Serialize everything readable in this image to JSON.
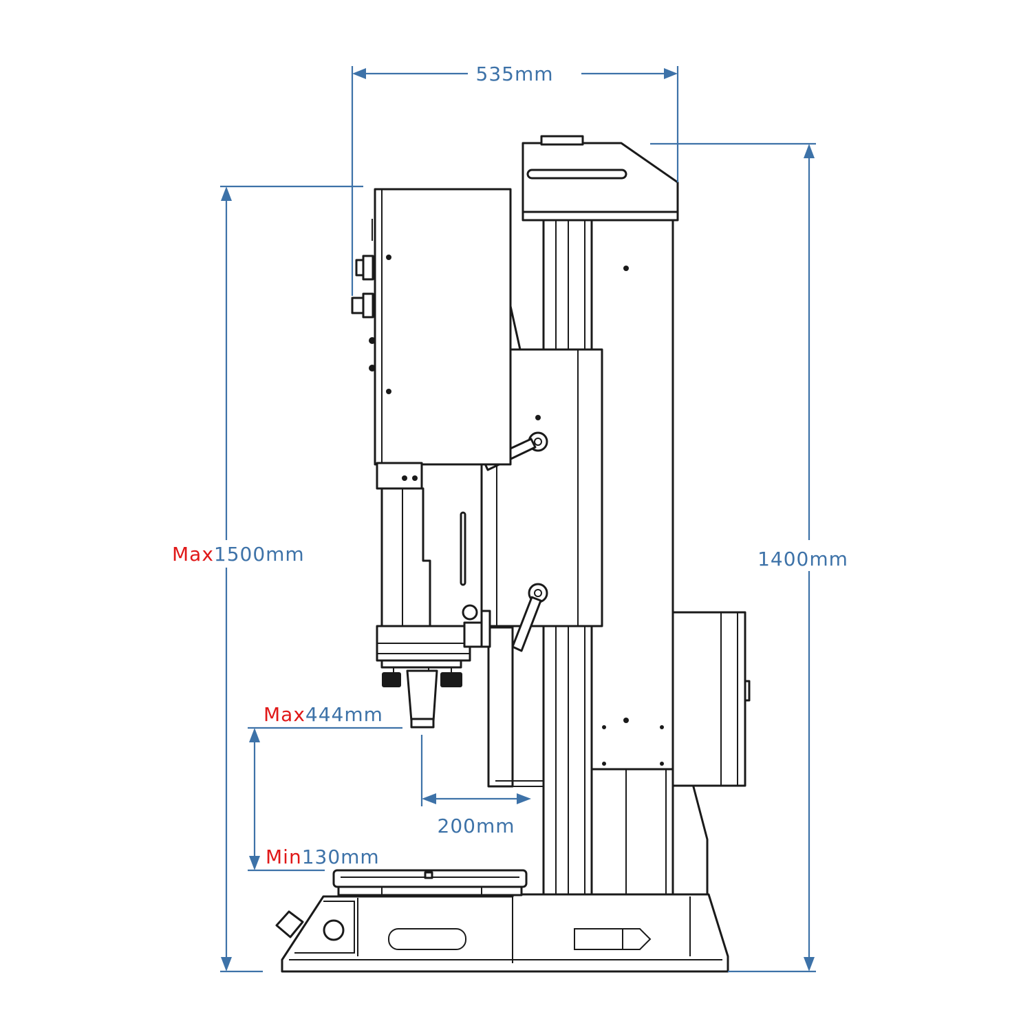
{
  "colors": {
    "dimension": "#3d72a8",
    "accent_red": "#e01818",
    "outline": "#1a1a1a"
  },
  "dimensions": {
    "top_width": "535mm",
    "total_height_prefix": "Max",
    "total_height_value": "1500mm",
    "column_height": "1400mm",
    "stroke_max_prefix": "Max",
    "stroke_max_value": "444mm",
    "stroke_min_prefix": "Min",
    "stroke_min_value": "130mm",
    "throat_depth": "200mm"
  }
}
